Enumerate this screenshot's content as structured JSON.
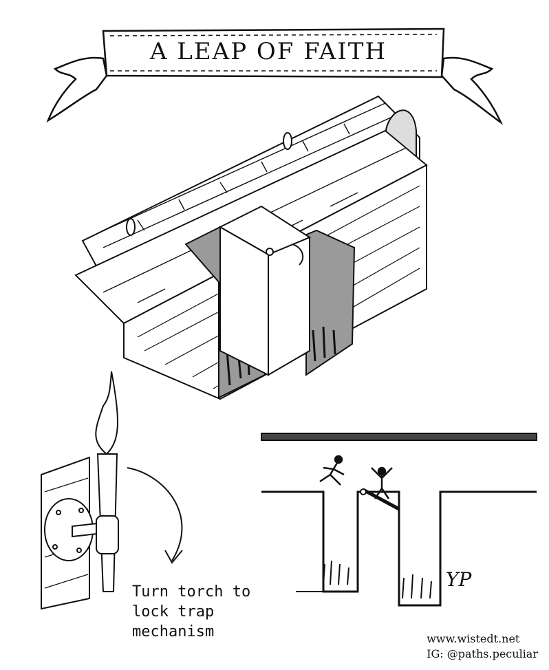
{
  "title": "A LEAP OF FAITH",
  "caption": {
    "line1": "Turn torch to",
    "line2": "lock trap",
    "line3": "mechanism"
  },
  "credits": {
    "website": "www.wistedt.net",
    "instagram": "IG: @paths.peculiar"
  },
  "signature": "YP",
  "colors": {
    "ink": "#111111",
    "pit_fill": "#9a9a9a",
    "paper": "#ffffff"
  }
}
